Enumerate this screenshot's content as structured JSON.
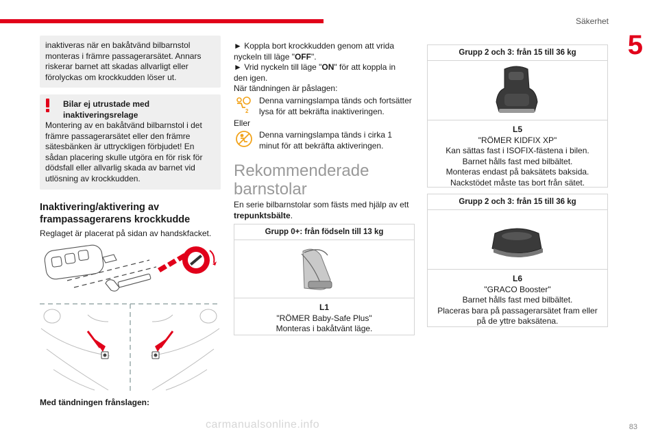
{
  "header": {
    "section": "Säkerhet",
    "chapter": "5"
  },
  "footer": {
    "page": "83",
    "watermark": "carmanualsonline.info"
  },
  "left": {
    "box1_lines": [
      "inaktiveras när en bakåtvänd bilbarnstol",
      "monteras i främre passagerarsätet. Annars",
      "riskerar barnet att skadas allvarligt eller",
      "förolyckas om krockkudden löser ut."
    ],
    "warning_title_1": "Bilar ej utrustade med",
    "warning_title_2": "inaktiveringsrelage",
    "warning_lines": [
      "Montering av en bakåtvänd bilbarnstol i det",
      "främre passagerarsätet eller den främre",
      "sätesbänken är uttryckligen förbjudet! En",
      "sådan placering skulle utgöra en för risk för",
      "dödsfall eller allvarlig skada av barnet vid",
      "utlösning av krockkudden."
    ],
    "heading_1": "Inaktivering/aktivering av",
    "heading_2": "frampassagerarens krockkudde",
    "intro": "Reglaget är placerat på sidan av handskfacket.",
    "ignition_off": "Med tändningen frånslagen:"
  },
  "middle": {
    "step1_a": "► Koppla bort krockkudden genom att vrida",
    "step1_b_pre": "nyckeln till läge \"",
    "step1_b_key": "OFF",
    "step1_b_post": "\".",
    "step2_a_pre": "► Vrid nyckeln till läge \"",
    "step2_a_key": "ON",
    "step2_a_post": "\" för att koppla in",
    "step2_b": "den igen.",
    "when_on": "När tändningen är påslagen:",
    "lamp1_a": "Denna varningslampa tänds och fortsätter",
    "lamp1_b": "lysa för att bekräfta inaktiveringen.",
    "or": "Eller",
    "lamp2_a": "Denna varningslampa tänds i cirka 1",
    "lamp2_b": "minut för att bekräfta aktiveringen.",
    "heading_1": "Rekommenderade",
    "heading_2": "barnstolar",
    "series_1": "En serie bilbarnstolar som fästs med hjälp av ett",
    "series_2": "trepunktsbälte",
    "series_dot": ".",
    "seat_l1": {
      "header": "Grupp 0+: från födseln till 13 kg",
      "code": "L1",
      "name": "\"RÖMER Baby-Safe Plus\"",
      "line1": "Monteras i bakåtvänt läge."
    }
  },
  "right": {
    "seat_l5": {
      "header": "Grupp 2 och 3: från 15 till 36 kg",
      "code": "L5",
      "name": "\"RÖMER KIDFIX XP\"",
      "line1": "Kan sättas fast i ISOFIX-fästena i bilen.",
      "line2": "Barnet hålls fast med bilbältet.",
      "line3": "Monteras endast på baksätets baksida.",
      "line4": "Nackstödet måste tas bort från sätet."
    },
    "seat_l6": {
      "header": "Grupp 2 och 3: från 15 till 36 kg",
      "code": "L6",
      "name": "\"GRACO Booster\"",
      "line1": "Barnet hålls fast med bilbältet.",
      "line2": "Placeras bara på passagerarsätet fram eller",
      "line3": "på de yttre baksätena."
    }
  },
  "colors": {
    "accent": "#e1001a",
    "lamp": "#f2a31b",
    "grey_box": "#efefef"
  },
  "icons": [
    "airbag-off-lamp-icon",
    "airbag-on-lamp-icon",
    "warning-icon"
  ]
}
